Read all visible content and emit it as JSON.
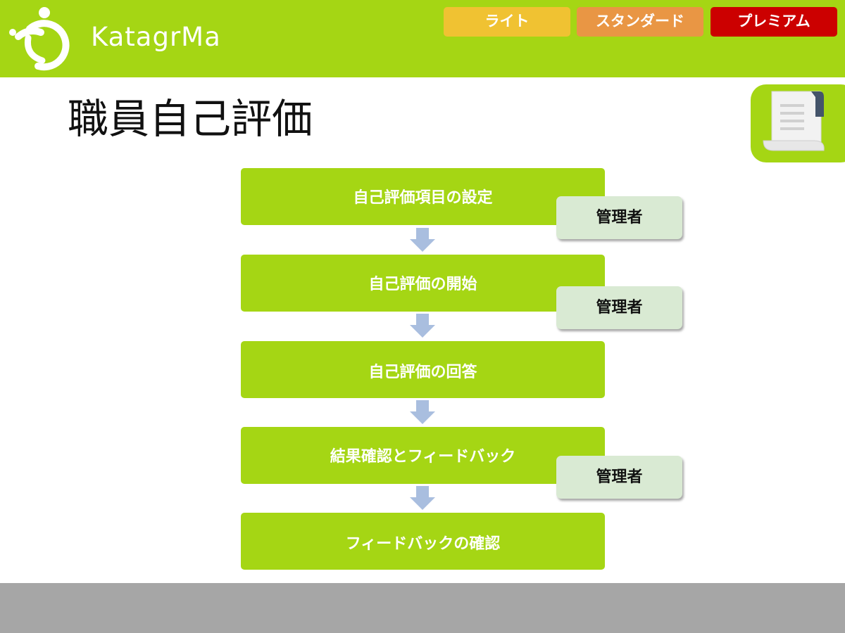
{
  "header": {
    "brand": "KatagrMa",
    "plans": {
      "lite": "ライト",
      "standard": "スタンダード",
      "premium": "プレミアム"
    }
  },
  "page": {
    "title": "職員自己評価"
  },
  "flow": {
    "steps": [
      "自己評価項目の設定",
      "自己評価の開始",
      "自己評価の回答",
      "結果確認とフィードバック",
      "フィードバックの確認"
    ],
    "role_badge": "管理者"
  },
  "colors": {
    "brand_green": "#a5d614",
    "lite": "#f0c232",
    "standard": "#e99644",
    "premium": "#cc0000",
    "badge_bg": "#d9ead3",
    "arrow": "#a9bedf",
    "footer": "#a6a6a6"
  },
  "icons": {
    "logo": "katagrma-logo-icon",
    "document": "document-scroll-icon",
    "arrow": "arrow-down-icon"
  }
}
